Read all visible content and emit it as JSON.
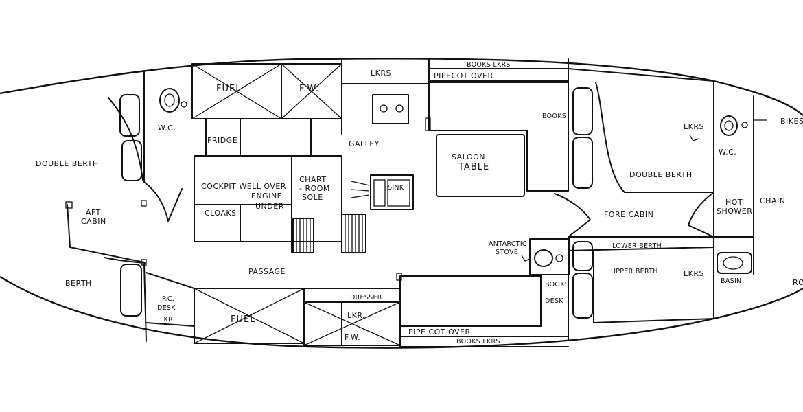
{
  "labels": {
    "fuel_port": "FUEL",
    "fw_port": "F.W.",
    "lkrs_top": "LKRS",
    "books_lkrs_top": "BOOKS  LKRS",
    "pipe_cot_over_top": "PIPECOT OVER",
    "wc_aft": "W.C.",
    "fridge": "FRIDGE",
    "galley": "GALLEY",
    "double_berth_aft": "DOUBLE BERTH",
    "aft_cabin_1": "AFT",
    "aft_cabin_2": "CABIN",
    "cockpit_well_over": "COCKPIT WELL OVER",
    "engine": "ENGINE",
    "under": "UNDER",
    "cloaks": "CLOAKS",
    "chart_room_1": "CHART",
    "chart_room_2": "- ROOM",
    "chart_room_3": "SOLE",
    "sink": "SINK",
    "saloon_table_1": "SALOON",
    "saloon_table_2": "TABLE",
    "books_saloon": "BOOKS",
    "double_berth_fwd": "DOUBLE BERTH",
    "lkrs_fwd": "LKRS",
    "wc_fwd": "W.C.",
    "bikes": "BIKES",
    "chain": "CHAIN",
    "hot_shower_1": "HOT",
    "hot_shower_2": "SHOWER",
    "fore_cabin": "FORE CABIN",
    "antarctic_stove_1": "ANTARCTIC",
    "antarctic_stove_2": "STOVE",
    "lower_berth": "LOWER BERTH",
    "upper_berth": "UPPER BERTH",
    "lkrs_stbd": "LKRS",
    "basin": "BASIN",
    "rope": "RO",
    "berth_aft": "BERTH",
    "passage": "PASSAGE",
    "pc_desk_lkr_1": "P.C.",
    "pc_desk_lkr_2": "DESK",
    "pc_desk_lkr_3": "LKR.",
    "fuel_stbd": "FUEL",
    "dresser": "DRESSER",
    "lkr_stbd": "LKR.",
    "fw_stbd": "F.W.",
    "books_desk_1": "BOOKS",
    "books_desk_2": "DESK",
    "pipe_cot_over_bottom": "PIPE COT OVER",
    "books_lkrs_bottom": "BOOKS  LKRS"
  }
}
